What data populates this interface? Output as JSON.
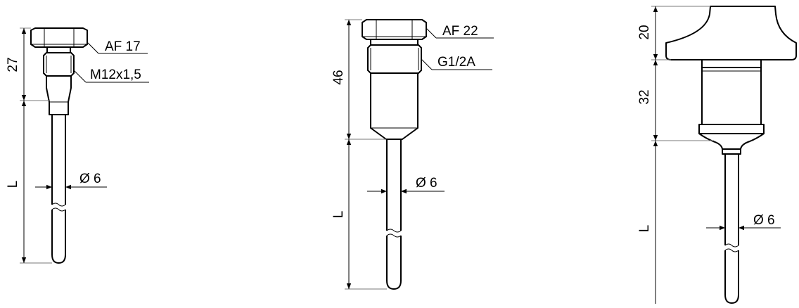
{
  "probes": [
    {
      "hex_label": "AF 17",
      "thread_label": "M12x1,5",
      "length_dim": "27",
      "insertion_dim": "L",
      "diameter_label": "Ø 6"
    },
    {
      "hex_label": "AF 22",
      "thread_label": "G1/2A",
      "length_dim": "46",
      "insertion_dim": "L",
      "diameter_label": "Ø 6"
    },
    {
      "flange_dim": "20",
      "body_dim": "32",
      "insertion_dim": "L",
      "diameter_label": "Ø 6"
    }
  ]
}
